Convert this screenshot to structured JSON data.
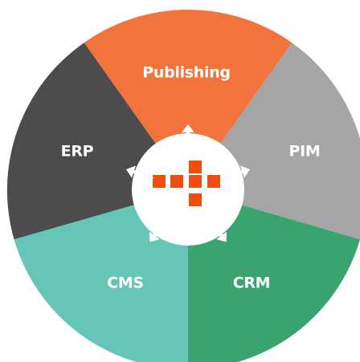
{
  "diagram": {
    "segments": [
      {
        "label": "Publishing",
        "color": "#f2733b"
      },
      {
        "label": "PIM",
        "color": "#a4a5a4"
      },
      {
        "label": "CRM",
        "color": "#3aa46f"
      },
      {
        "label": "CMS",
        "color": "#65c6b8"
      },
      {
        "label": "ERP",
        "color": "#4b4c4b"
      }
    ],
    "hub": {
      "fill": "#ffffff",
      "accent": "#f04e0f",
      "logo_icon": "plus-shaped-square-cluster-icon",
      "arrow_icon": "double-headed-arrow-icon"
    }
  }
}
